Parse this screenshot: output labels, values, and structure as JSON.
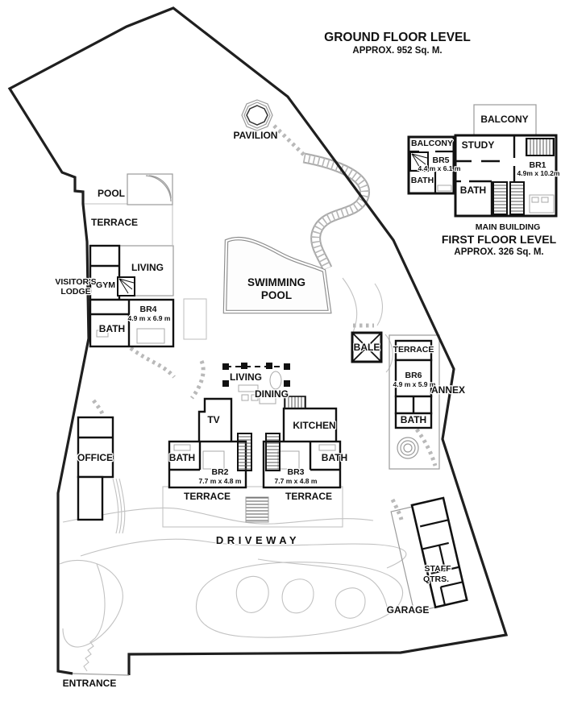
{
  "title": {
    "text": "GROUND FLOOR LEVEL",
    "area": "APPROX. 952 Sq. M."
  },
  "first_floor": {
    "balcony_top": "BALCONY",
    "balcony_left": "BALCONY",
    "study": "STUDY",
    "br5": "BR5",
    "br5_dims": "4.4 m x 6.1 m",
    "bath_left": "BATH",
    "br1": "BR1",
    "br1_dims": "4.9m x 10.2m",
    "bath_mid": "BATH",
    "building": "MAIN BUILDING",
    "level": "FIRST FLOOR LEVEL",
    "area": "APPROX. 326 Sq. M."
  },
  "grounds": {
    "pavilion": "PAVILION",
    "pool": "POOL",
    "terrace_nw": "TERRACE",
    "swimming_1": "SWIMMING",
    "swimming_2": "POOL",
    "bale": "BALE",
    "driveway": "DRIVEWAY",
    "entrance": "ENTRANCE",
    "garage": "GARAGE"
  },
  "lodge": {
    "name_1": "VISITOR'S",
    "name_2": "LODGE",
    "living": "LIVING",
    "gym": "GYM",
    "br4": "BR4",
    "br4_dims": "4.9 m x 6.9 m",
    "bath": "BATH"
  },
  "main_house": {
    "living": "LIVING",
    "dining": "DINING",
    "tv": "TV",
    "kitchen": "KITCHEN",
    "bath_left": "BATH",
    "bath_right": "BATH",
    "br2": "BR2",
    "br2_dims": "7.7 m x 4.8 m",
    "br3": "BR3",
    "br3_dims": "7.7 m x 4.8 m",
    "terrace_left": "TERRACE",
    "terrace_right": "TERRACE",
    "office": "OFFICE"
  },
  "annex": {
    "terrace": "TERRACE",
    "br6": "BR6",
    "br6_dims": "4.9 m x 5.9 m",
    "name": "ANNEX",
    "bath": "BATH"
  },
  "staff": {
    "line1": "STAFF",
    "line2": "QTRS."
  },
  "colors": {
    "wall": "#111111",
    "boundary": "#1f1f1f",
    "landscape": "#c2c2c2",
    "pool_border": "#8d8d8d",
    "text": "#111111",
    "background": "#ffffff"
  }
}
